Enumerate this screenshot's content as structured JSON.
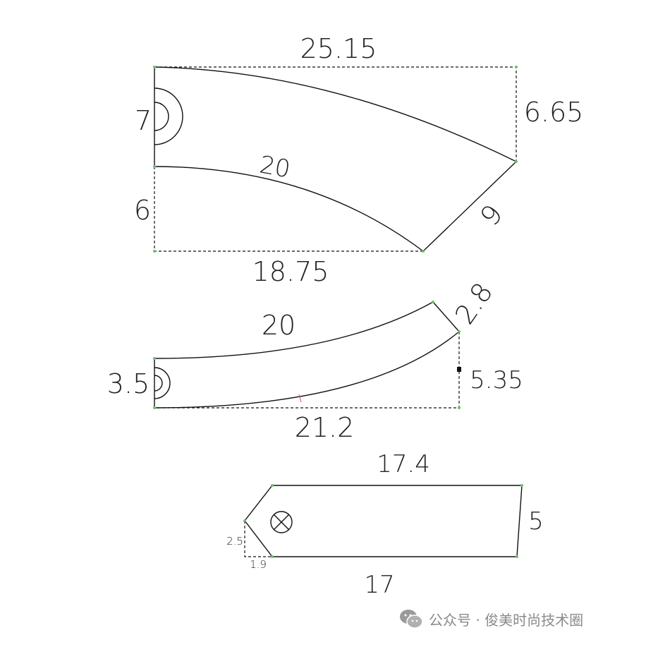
{
  "piece1": {
    "top_width": "25.15",
    "slot_height": "7",
    "right_drop": "6.65",
    "inner_curve": "20",
    "lower_height": "6",
    "slant_edge": "9",
    "bottom_width": "18.75"
  },
  "piece2": {
    "top_curve": "20",
    "end_edge": "2.8",
    "left_height": "3.5",
    "right_height": "5.35",
    "bottom_width": "21.2"
  },
  "piece3": {
    "top_length": "17.4",
    "right_height": "5",
    "bottom_length": "17",
    "point_height": "2.5",
    "point_depth": "1.9"
  },
  "watermark": {
    "text": "公众号 · 俊美时尚技术圈",
    "icon": "wechat-icon"
  }
}
